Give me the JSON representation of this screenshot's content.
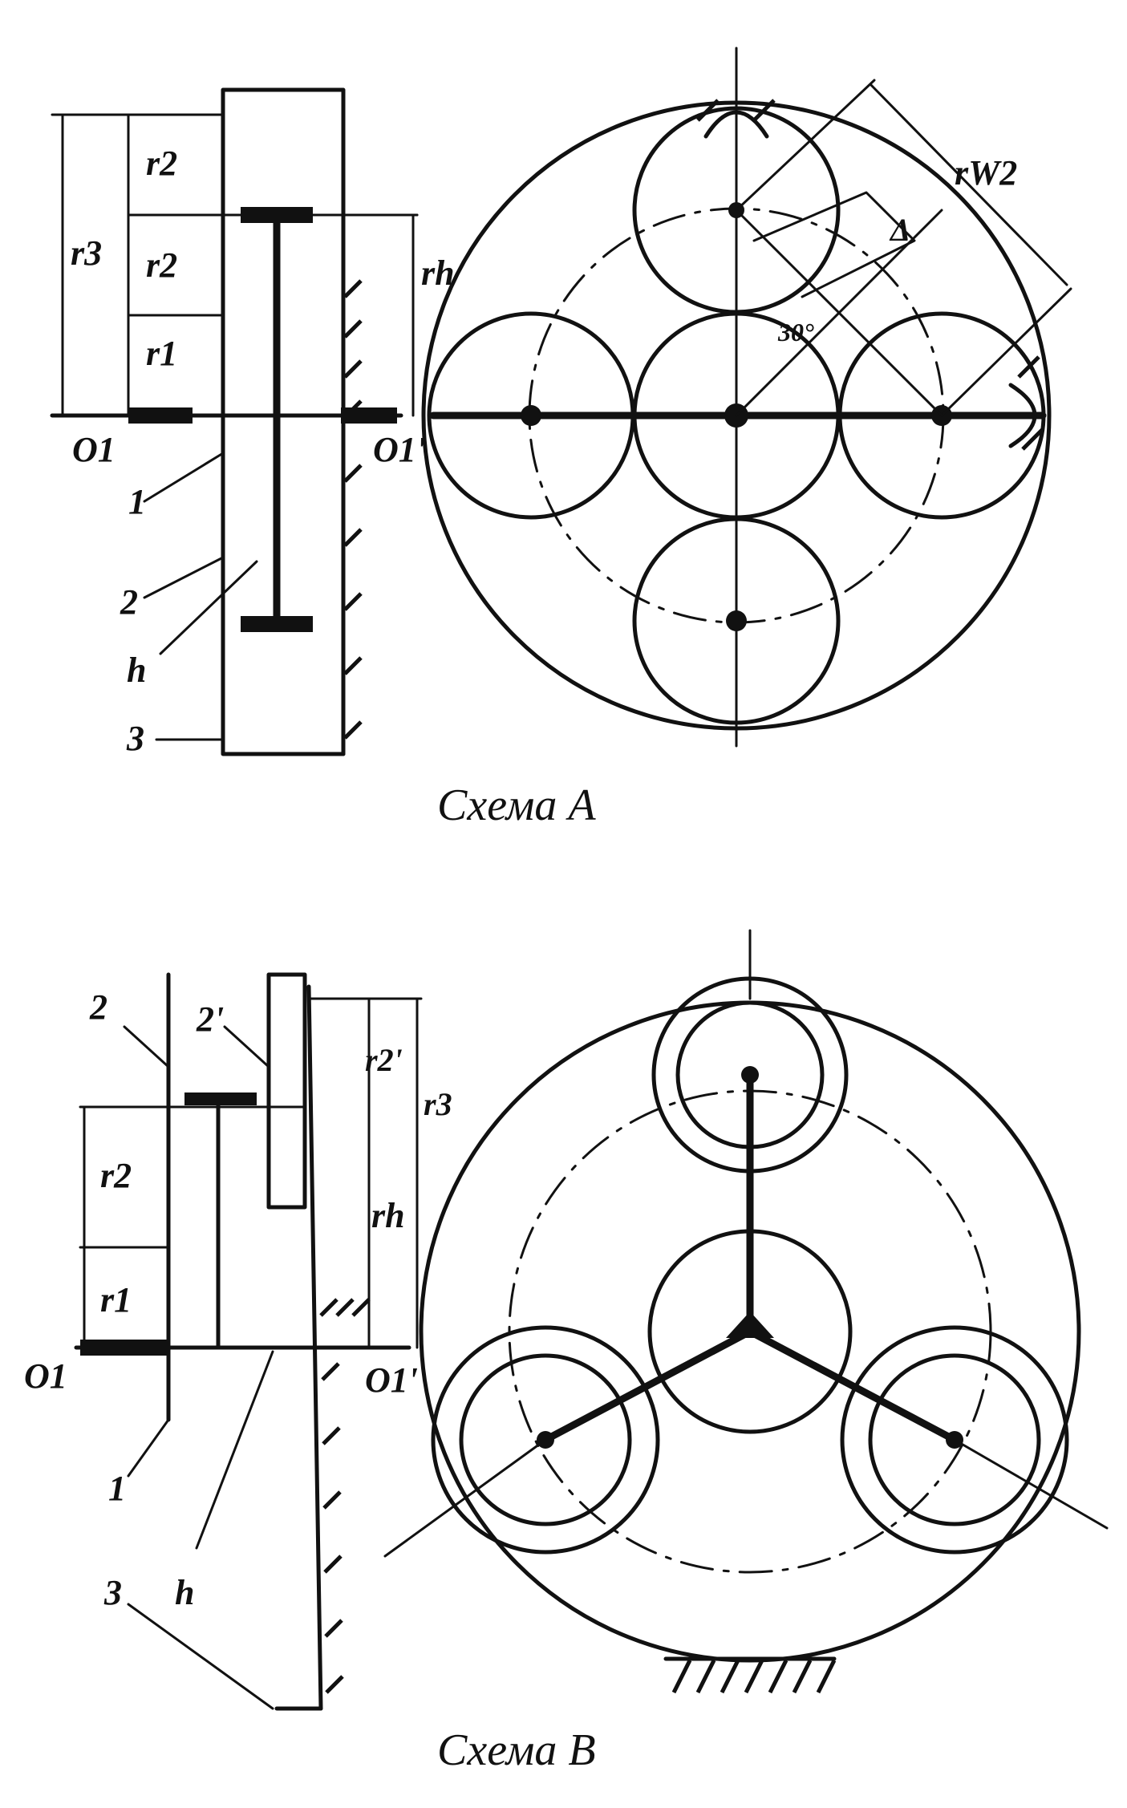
{
  "scheme_a": {
    "caption": "Схема A",
    "labels": {
      "r2_top": "r2",
      "r2_mid": "r2",
      "r1": "r1",
      "r3": "r3",
      "rh": "rh",
      "o1": "O1",
      "o1_prime": "O1'",
      "link_1": "1",
      "link_2": "2",
      "link_h": "h",
      "link_3": "3",
      "rw2": "rW2",
      "delta": "Δ",
      "angle": "30°"
    }
  },
  "scheme_b": {
    "caption": "Схема B",
    "labels": {
      "link_2": "2",
      "link_2_prime": "2'",
      "r2_prime": "r2'",
      "r3": "r3",
      "r2": "r2",
      "rh": "rh",
      "r1": "r1",
      "o1": "O1",
      "o1_prime": "O1'",
      "link_1": "1",
      "link_h": "h",
      "link_3": "3"
    }
  }
}
